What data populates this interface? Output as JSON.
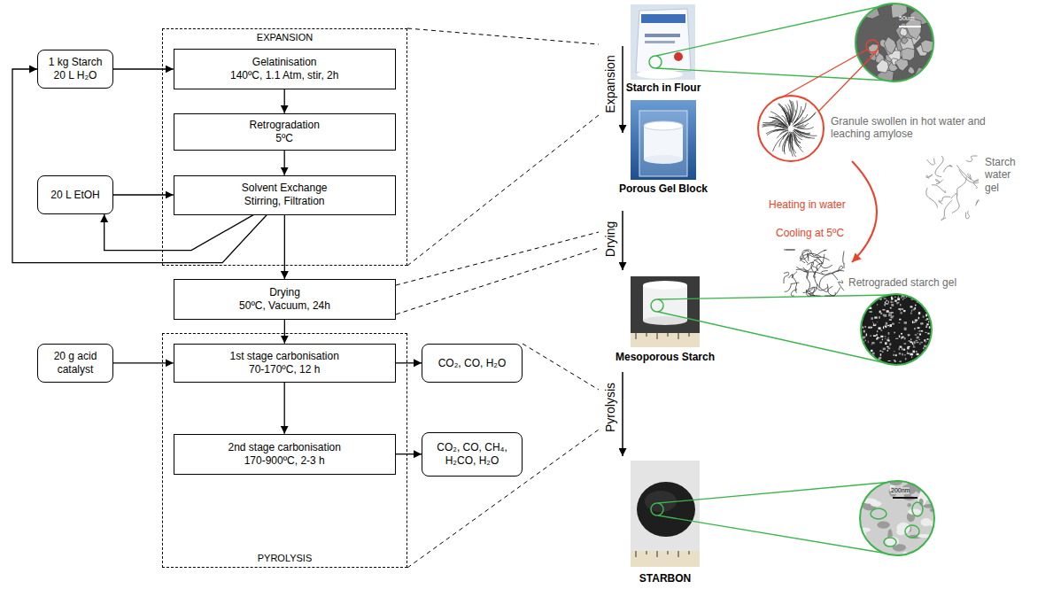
{
  "diagram": {
    "nodes": [
      {
        "text": [
          "1 kg Starch 20 L H₂O"
        ]
      },
      {
        "text": [
          "EXPANSION"
        ]
      },
      {
        "text": [
          "Gelatinisation",
          "140ºC, 1.1 Atm, stir, 2h"
        ],
        "in": 1
      },
      {
        "text": [
          "Retrogradation",
          "5ºC"
        ],
        "in": 1
      },
      {
        "text": [
          "20 L EtOH"
        ]
      },
      {
        "text": [
          "Solvent Exchange",
          "Stirring, Filtration"
        ],
        "in": 1
      },
      {
        "text": [
          "Drying",
          "50ºC, Vacuum, 24h"
        ]
      },
      {
        "text": [
          "20 g acid catalyst"
        ]
      },
      {
        "text": [
          "PYROLYSIS"
        ]
      },
      {
        "text": [
          "1st stage carbonisation",
          "70-170ºC, 12 h"
        ],
        "in": 8
      },
      {
        "text": [
          "CO₂, CO, H₂O"
        ]
      },
      {
        "text": [
          "2nd stage carbonisation",
          "170-900ºC, 2-3 h"
        ],
        "in": 8
      },
      {
        "text": [
          "CO₂, CO, CH₄, H₂CO, H₂O"
        ]
      }
    ],
    "edges": [
      {
        "from": 0,
        "to": 2,
        "arrow": "to"
      },
      {
        "from": 2,
        "to": 3,
        "arrow": "to"
      },
      {
        "from": 3,
        "to": 5,
        "arrow": "to"
      },
      {
        "from": 4,
        "to": 5,
        "arrow": "to"
      },
      {
        "from": 5,
        "to": 4,
        "arrow": "to"
      },
      {
        "from": 5,
        "to": 0,
        "arrow": "to"
      },
      {
        "from": 5,
        "to": 6,
        "arrow": "to"
      },
      {
        "from": 6,
        "to": 9,
        "arrow": "to"
      },
      {
        "from": 7,
        "to": 9,
        "arrow": "to"
      },
      {
        "from": 9,
        "to": 10,
        "arrow": "to"
      },
      {
        "from": 9,
        "to": 11,
        "arrow": "to"
      },
      {
        "from": 11,
        "to": 12,
        "arrow": "to"
      }
    ],
    "labels": [
      "Expansion",
      "Drying",
      "Pyrolysis",
      "Starch in Flour",
      "Porous Gel Block",
      "Mesoporous Starch",
      "STARBON",
      "Granule swollen in hot water and leaching amylose",
      "Starch water gel",
      "Heating in water",
      "Cooling at 5ºC",
      "Retrograded starch gel",
      "50um",
      "200nm"
    ]
  }
}
